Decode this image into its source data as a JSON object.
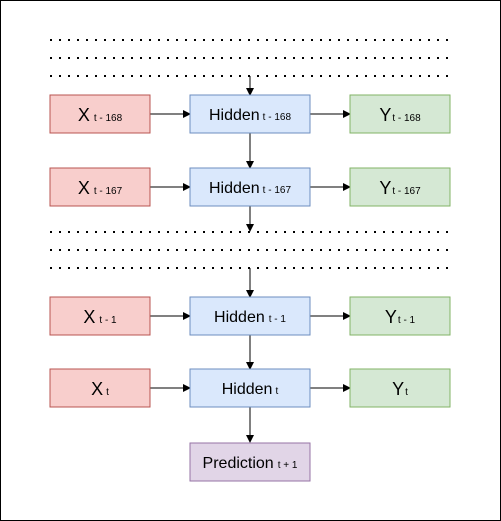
{
  "colors": {
    "input_fill": "#f8cecc",
    "input_stroke": "#b85450",
    "hidden_fill": "#dae8fc",
    "hidden_stroke": "#6c8ebf",
    "output_fill": "#d5e8d4",
    "output_stroke": "#82b366",
    "prediction_fill": "#e1d5e7",
    "prediction_stroke": "#9673a6",
    "dots": "#000000",
    "arrow": "#000000"
  },
  "rows": [
    {
      "input": {
        "main": "X",
        "sub": "t - 168"
      },
      "hidden": {
        "main": "Hidden",
        "sub": "t - 168"
      },
      "output": {
        "main": "Y",
        "sub": "t - 168"
      }
    },
    {
      "input": {
        "main": "X",
        "sub": "t - 167"
      },
      "hidden": {
        "main": "Hidden",
        "sub": "t - 167"
      },
      "output": {
        "main": "Y",
        "sub": "t - 167"
      }
    },
    {
      "input": {
        "main": "X",
        "sub": "t - 1"
      },
      "hidden": {
        "main": "Hidden",
        "sub": "t - 1"
      },
      "output": {
        "main": "Y",
        "sub": "t - 1"
      }
    },
    {
      "input": {
        "main": "X",
        "sub": "t"
      },
      "hidden": {
        "main": "Hidden",
        "sub": "t"
      },
      "output": {
        "main": "Y",
        "sub": "t"
      }
    }
  ],
  "prediction": {
    "main": "Prediction",
    "sub": "t + 1"
  }
}
